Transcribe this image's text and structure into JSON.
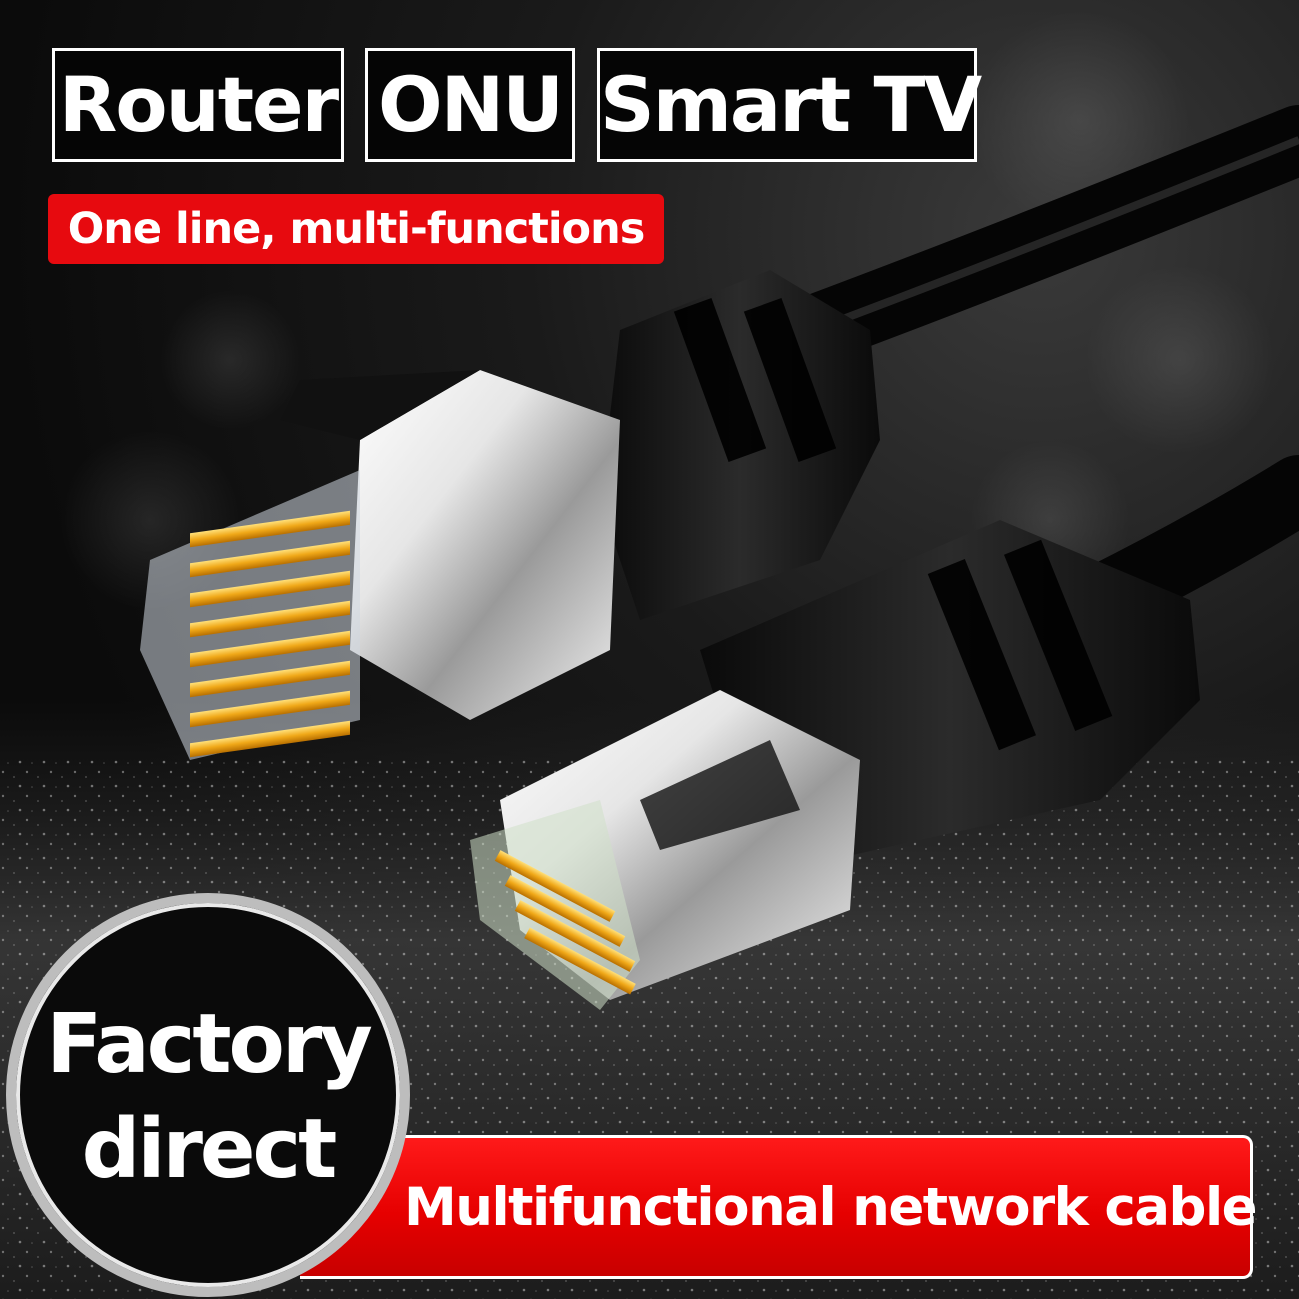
{
  "tags": {
    "router": "Router",
    "onu": "ONU",
    "smart_tv": "Smart TV"
  },
  "slogan": "One line, multi-functions",
  "badge": {
    "line1": "Factory",
    "line2": "direct"
  },
  "banner": "Multifunctional network cable",
  "colors": {
    "accent_red": "#e70a0f",
    "tag_border": "#ffffff",
    "badge_ring": "#bdbdbd"
  }
}
